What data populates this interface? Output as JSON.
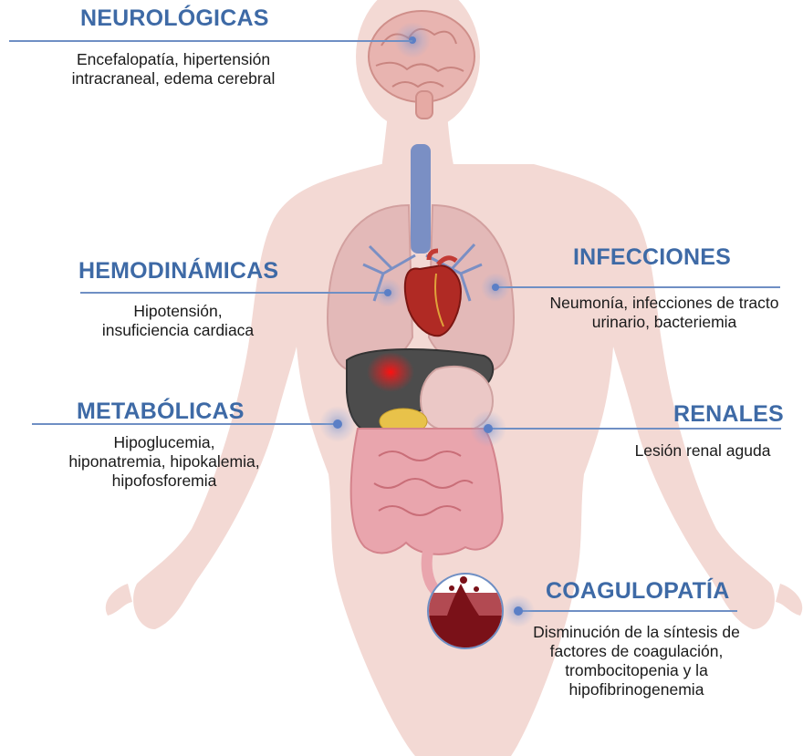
{
  "theme": {
    "heading_color": "#3e6aa6",
    "line_color": "#6f8fc4",
    "body_silhouette": "#f3d9d4",
    "dot_color": "#5b7fc6"
  },
  "sections": {
    "neurologicas": {
      "title": "NEUROLÓGICAS",
      "lines": [
        "Encefalopatía, hipertensión",
        "intracraneal, edema cerebral"
      ],
      "icon": "brain-icon"
    },
    "hemodinamicas": {
      "title": "HEMODINÁMICAS",
      "lines": [
        "Hipotensión,",
        "insuficiencia cardiaca"
      ],
      "icon": "heart-icon"
    },
    "infecciones": {
      "title": "INFECCIONES",
      "lines": [
        "Neumonía, infecciones de tracto",
        "urinario, bacteriemia"
      ],
      "icon": "lungs-icon"
    },
    "metabolicas": {
      "title": "METABÓLICAS",
      "lines": [
        "Hipoglucemia,",
        "hiponatremia, hipokalemia,",
        "hipofosforemia"
      ],
      "icon": "liver-icon"
    },
    "renales": {
      "title": "RENALES",
      "lines": [
        "Lesión renal aguda"
      ],
      "icon": "kidney-icon"
    },
    "coagulopatia": {
      "title": "COAGULOPATÍA",
      "lines": [
        "Disminución de la síntesis de",
        "factores de coagulación,",
        "trombocitopenia y la",
        "hipofibrinogenemia"
      ],
      "icon": "blood-vessel-icon"
    }
  }
}
